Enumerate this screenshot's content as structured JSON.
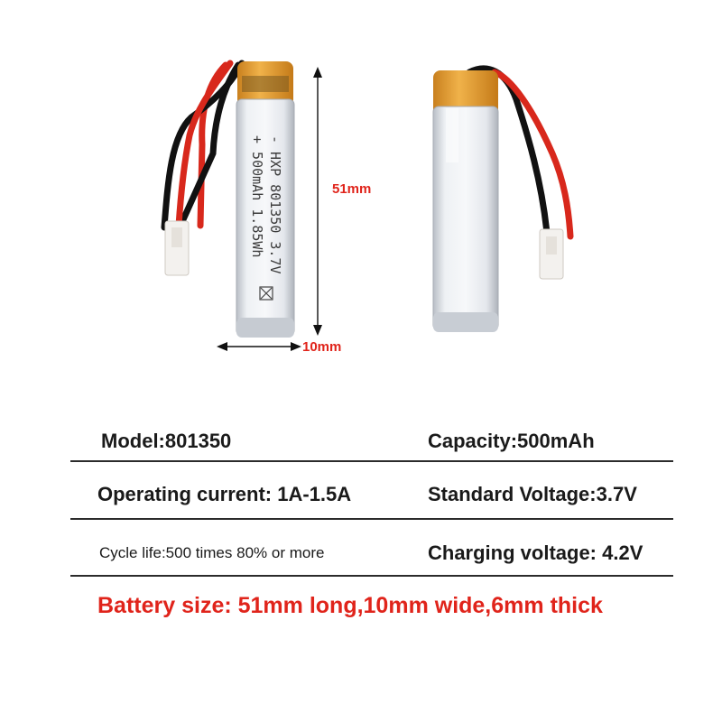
{
  "front_cell": {
    "print_lines": [
      "- HXP 801350 3.7V",
      "+ 500mAh 1.85Wh"
    ]
  },
  "dimensions": {
    "length_label": "51mm",
    "width_label": "10mm"
  },
  "specs": {
    "model": "Model:801350",
    "capacity": "Capacity:500mAh",
    "operating_current": "Operating current: 1A-1.5A",
    "standard_voltage": "Standard Voltage:3.7V",
    "cycle_life": "Cycle life:500 times 80% or more",
    "charging_voltage": "Charging voltage: 4.2V"
  },
  "battery_size": "Battery size: 51mm long,10mm wide,6mm thick",
  "colors": {
    "accent_red": "#e0241b",
    "wire_red": "#d8281c",
    "wire_black": "#1a1a1a",
    "kapton_tape": "#e8a33a",
    "cell_body": "#dfe3e8"
  }
}
